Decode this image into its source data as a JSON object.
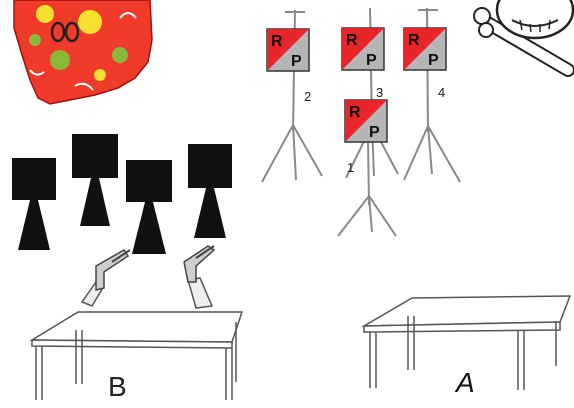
{
  "colors": {
    "target_red": "#e8262a",
    "target_gray": "#b5b5b5",
    "stand": "#888888",
    "black_target": "#111111",
    "table": "#555555",
    "cloth": "#f03a2a"
  },
  "targets": [
    {
      "id": "1",
      "letter_top": "R",
      "letter_bottom": "P"
    },
    {
      "id": "2",
      "letter_top": "R",
      "letter_bottom": "P"
    },
    {
      "id": "3",
      "letter_top": "R",
      "letter_bottom": "P"
    },
    {
      "id": "4",
      "letter_top": "R",
      "letter_bottom": "P"
    }
  ],
  "tables": {
    "left_label": "B",
    "right_label": "A"
  },
  "icons": [
    "patterned-cloth-icon",
    "skull-crossbones-icon",
    "pistol-icon"
  ]
}
